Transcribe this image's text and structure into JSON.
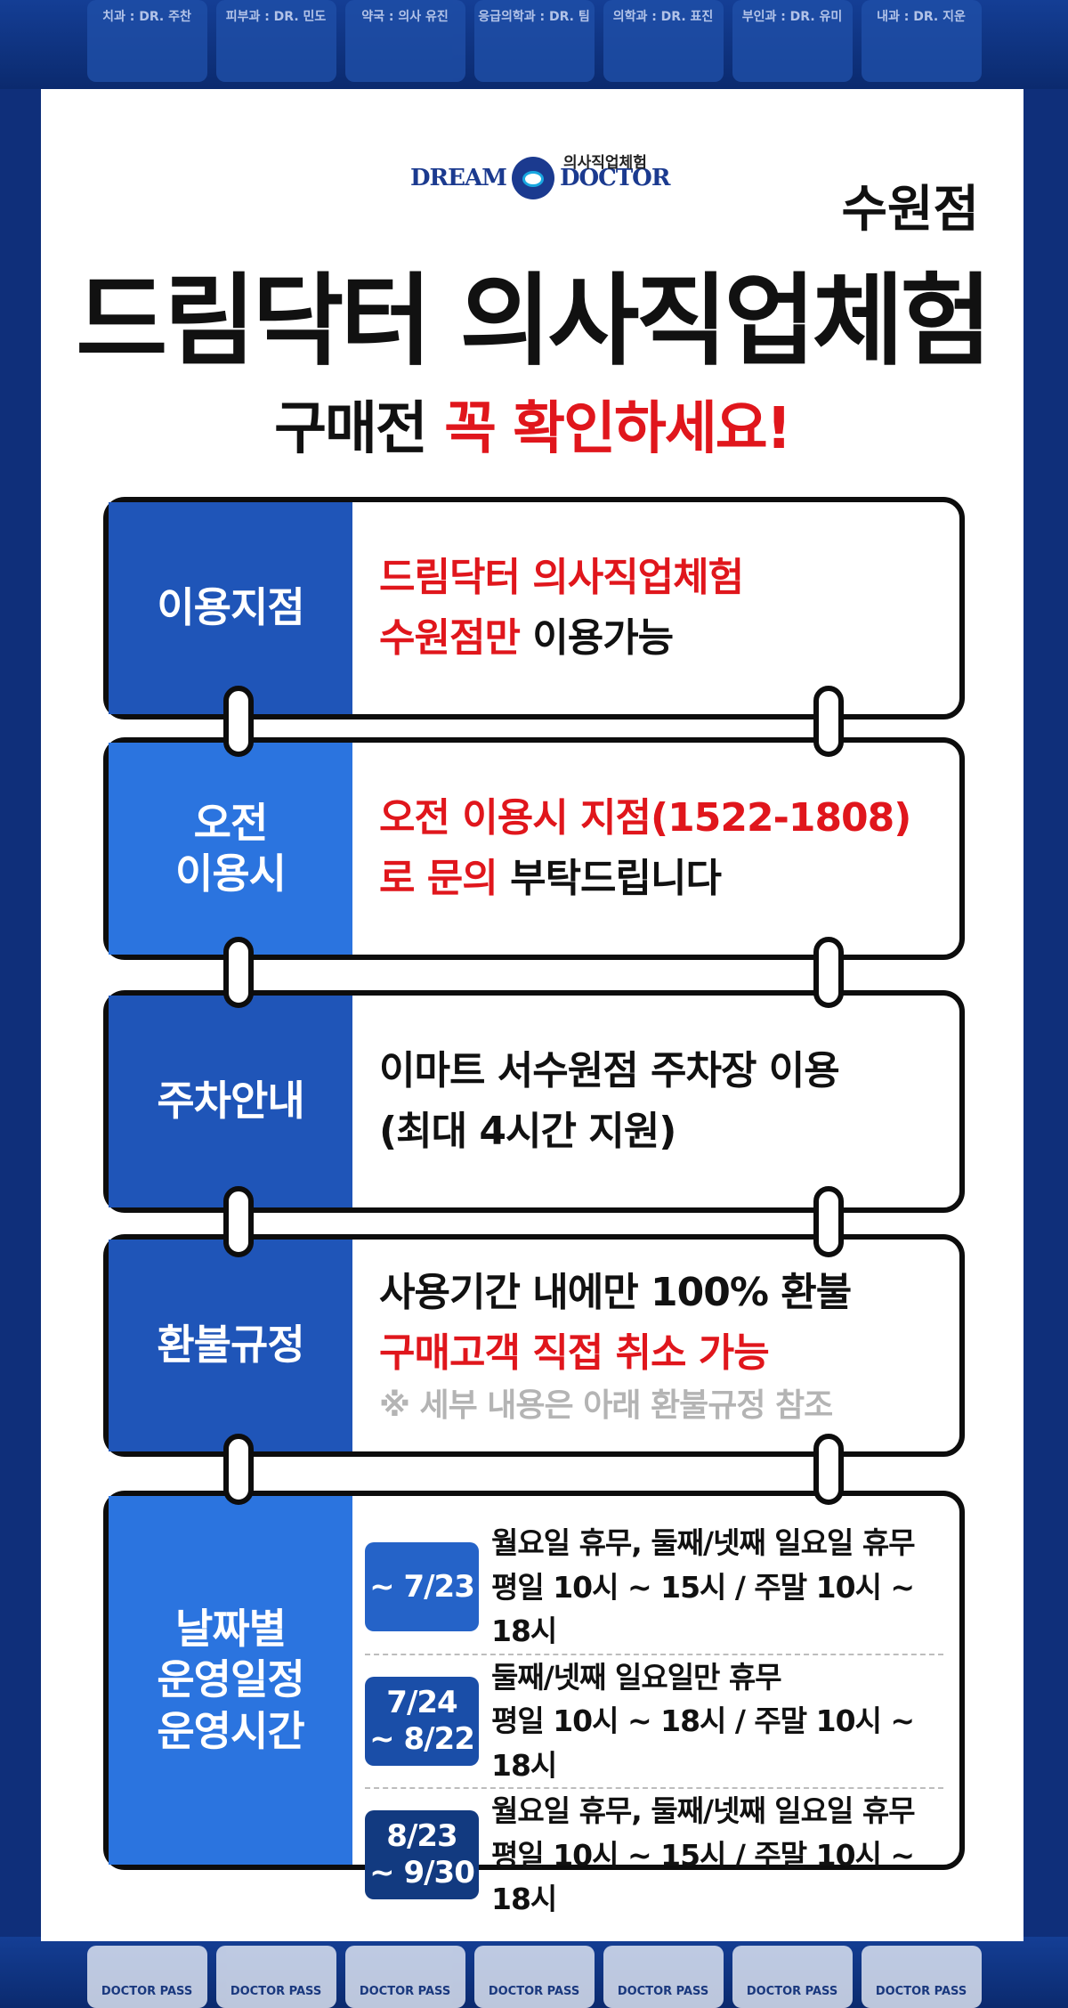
{
  "strips": {
    "top": [
      "치과 : DR. 주찬",
      "피부과 : DR. 민도",
      "약국 : 의사 유진",
      "응급의학과 : DR. 팀",
      "의학과 : DR. 표진",
      "부인과 : DR. 유미",
      "내과 : DR. 지운"
    ],
    "bottom": [
      "DOCTOR PASS",
      "DOCTOR PASS",
      "DOCTOR PASS",
      "DOCTOR PASS",
      "DOCTOR PASS",
      "DOCTOR PASS",
      "DOCTOR PASS"
    ]
  },
  "logo": {
    "left": "DREAM",
    "right": "DOCTOR",
    "sub": "의사직업체험"
  },
  "header": {
    "branch": "수원점",
    "title": "드림닥터 의사직업체험",
    "subtitle_black": "구매전 ",
    "subtitle_red": "꼭 확인하세요!"
  },
  "rows": [
    {
      "label": "이용지점",
      "line1_red": "드림닥터 의사직업체험",
      "line2_red": "수원점만",
      "line2_black": " 이용가능"
    },
    {
      "label": "오전\n이용시",
      "line1_red": "오전 이용시 지점(1522-1808)",
      "line2_red": "로 문의",
      "line2_black": " 부탁드립니다"
    },
    {
      "label": "주차안내",
      "line1": "이마트 서수원점 주차장 이용",
      "line2": "(최대 4시간 지원)"
    },
    {
      "label": "환불규정",
      "line1": "사용기간 내에만 100% 환불",
      "line2_red": "구매고객 직접 취소 가능",
      "note": "※ 세부 내용은 아래 환불규정 참조"
    },
    {
      "label": "날짜별\n운영일정\n운영시간"
    }
  ],
  "schedule": [
    {
      "period": "~ 7/23",
      "line1": "월요일 휴무, 둘째/넷째 일요일 휴무",
      "line2": "평일 10시 ~ 15시 / 주말 10시 ~ 18시"
    },
    {
      "period": "7/24\n~ 8/22",
      "line1": "둘째/넷째 일요일만 휴무",
      "line2": "평일 10시 ~ 18시 / 주말 10시 ~ 18시"
    },
    {
      "period": "8/23\n~ 9/30",
      "line1": "월요일 휴무, 둘째/넷째 일요일 휴무",
      "line2": "평일 10시 ~ 15시 / 주말 10시 ~ 18시"
    }
  ]
}
